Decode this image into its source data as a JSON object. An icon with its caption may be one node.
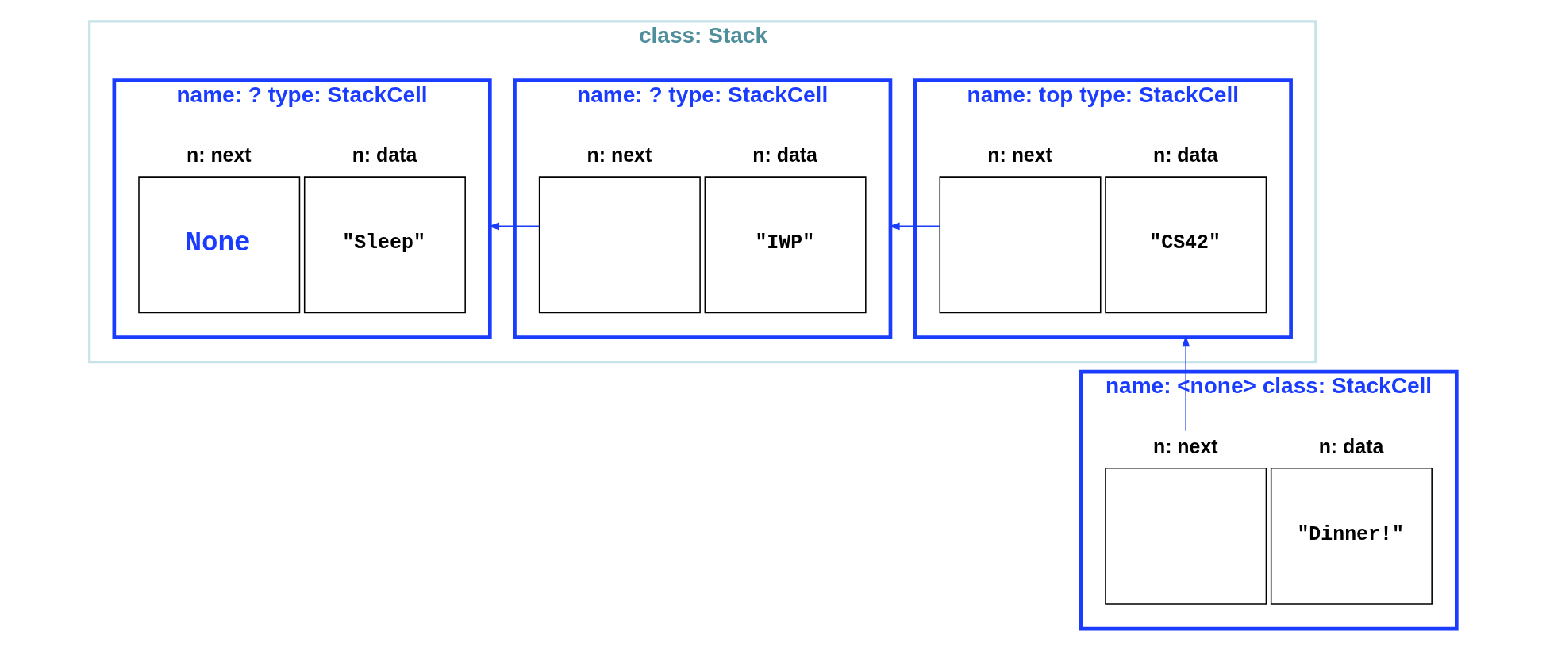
{
  "diagram": {
    "nodes": [
      {
        "text": [
          "class: Stack"
        ]
      },
      {
        "text": [
          "name: top type: StackCell"
        ],
        "in": 0
      },
      {
        "text": [
          "n: data",
          "\"CS42\""
        ],
        "in": 1
      },
      {
        "text": [
          "n: next"
        ],
        "in": 1
      },
      {
        "text": [
          "name: ? type: StackCell"
        ],
        "in": 0
      },
      {
        "text": [
          "n: data",
          "\"IWP\""
        ],
        "in": 4
      },
      {
        "text": [
          "n: next"
        ],
        "in": 4
      },
      {
        "text": [
          "name: ? type: StackCell"
        ],
        "in": 0
      },
      {
        "text": [
          "n: data",
          "\"Sleep\""
        ],
        "in": 7
      },
      {
        "text": [
          "n: next",
          "None"
        ],
        "in": 7
      },
      {
        "text": [
          "name: <none> class: StackCell"
        ]
      },
      {
        "text": [
          "n: data",
          "\"Dinner!\""
        ],
        "in": 10
      },
      {
        "text": [
          "n: next"
        ],
        "in": 10
      }
    ],
    "edges": [
      {
        "from": 3,
        "to": 4,
        "arrow": "to"
      },
      {
        "from": 6,
        "to": 7,
        "arrow": "to"
      },
      {
        "from": 12,
        "to": 1,
        "arrow": "to"
      }
    ]
  }
}
